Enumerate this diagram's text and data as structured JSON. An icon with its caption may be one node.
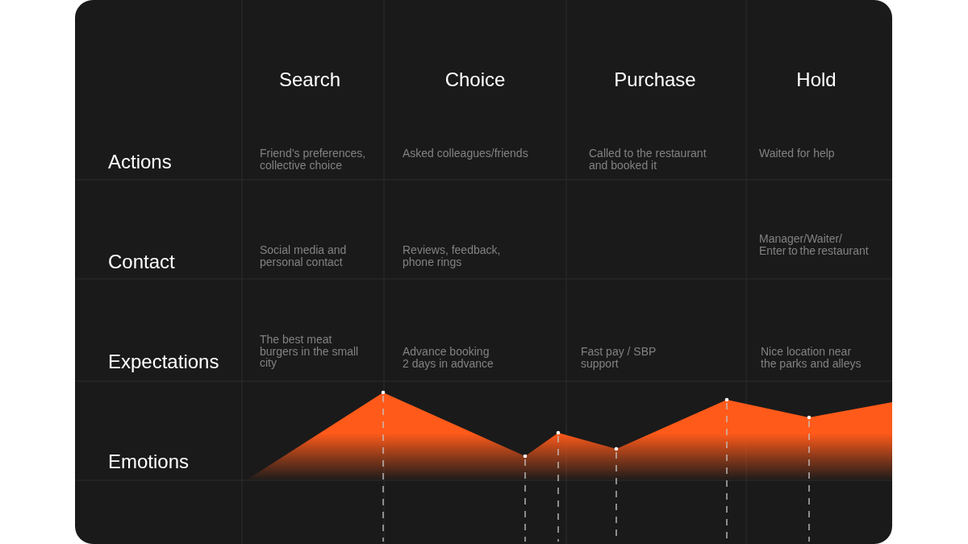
{
  "diagram": {
    "labels": [
      "Search",
      "Choice",
      "Purchase",
      "Hold",
      "Actions",
      "Friend’s preferences, collective choice",
      "Asked colleagues/friends",
      "Called to the restaurant and booked it",
      "Waited for help",
      "Contact",
      "Social media and personal contact",
      "Reviews, feedback, phone rings",
      "Manager/Waiter/ Enter to the restaurant",
      "Expectations",
      "The best meat burgers in the small city",
      "Advance booking 2 days in advance",
      "Fast pay / SBP support",
      "Nice location near the parks and alleys",
      "Emotions"
    ]
  }
}
